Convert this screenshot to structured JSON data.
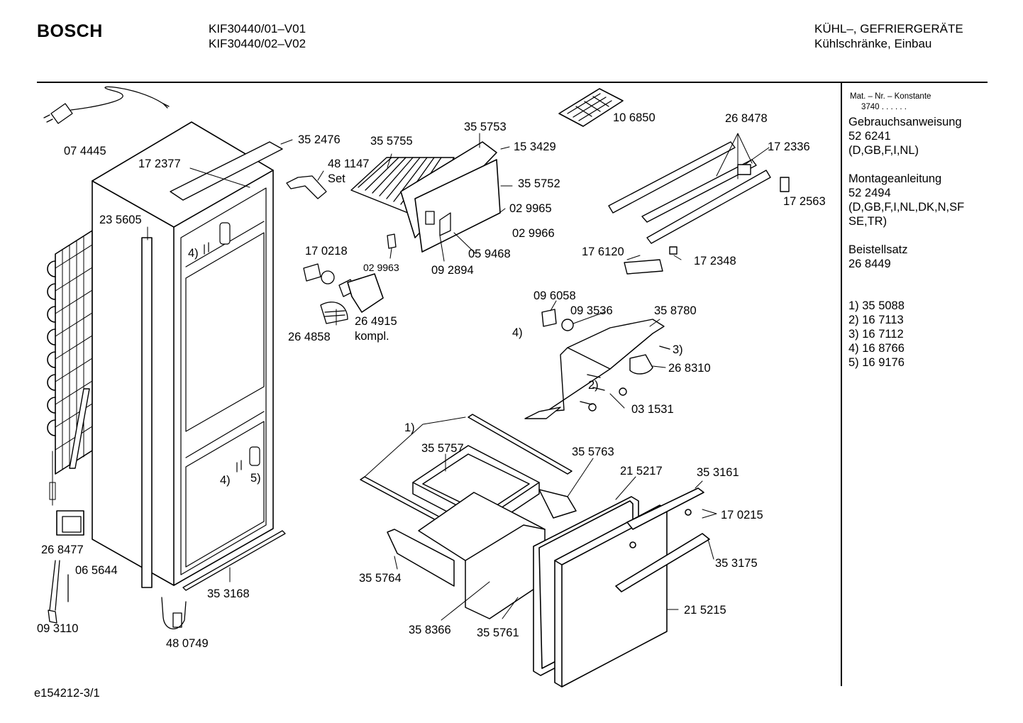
{
  "header": {
    "brand": "BOSCH",
    "models": [
      "KIF30440/01–V01",
      "KIF30440/02–V02"
    ],
    "category": "KÜHL–, GEFRIERGERÄTE",
    "subcategory": "Kühlschränke, Einbau"
  },
  "sidebar": {
    "constant_label": "Mat. – Nr. – Konstante",
    "constant_value": "3740 . . . . . .",
    "sections": [
      {
        "title": "Gebrauchsanweisung",
        "lines": [
          "52 6241",
          "(D,GB,F,I,NL)"
        ]
      },
      {
        "title": "Montageanleitung",
        "lines": [
          "52 2494",
          "(D,GB,F,I,NL,DK,N,SF",
          "SE,TR)"
        ]
      },
      {
        "title": "Beistellsatz",
        "lines": [
          "26 8449"
        ]
      }
    ],
    "footnotes": [
      "1) 35 5088",
      "2) 16 7113",
      "3) 16 7112",
      "4) 16 8766",
      "5) 16 9176"
    ]
  },
  "footer": {
    "drawing_id": "e154212-3/1"
  },
  "part_labels": [
    "07 4445",
    "35 2476",
    "17 2377",
    "23 5605",
    "4)",
    "35 5755",
    "35 5753",
    "15 3429",
    "48 1147",
    "Set",
    "35 5752",
    "02 9965",
    "02 9966",
    "10 6850",
    "26 8478",
    "17 2336",
    "17 2563",
    "17 6120",
    "17 2348",
    "17 0218",
    "02 9963",
    "09 2894",
    "05 9468",
    "26 4858",
    "26 4915",
    "kompl.",
    "09 6058",
    "09 3536",
    "35 8780",
    "4)",
    "3)",
    "26 8310",
    "2)",
    "03 1531",
    "1)",
    "35 5757",
    "35 5763",
    "21 5217",
    "35 3161",
    "17 0215",
    "35 3175",
    "21 5215",
    "35 5764",
    "35 8366",
    "35 5761",
    "4)",
    "5)",
    "26 8477",
    "06 5644",
    "35 3168",
    "09 3110",
    "48 0749"
  ]
}
